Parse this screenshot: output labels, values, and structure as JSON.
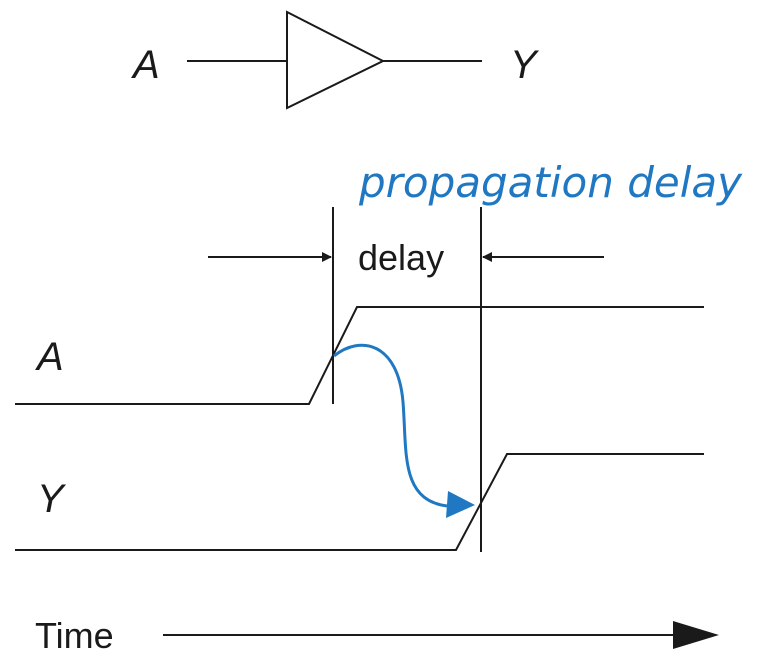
{
  "buffer": {
    "input_label": "A",
    "output_label": "Y"
  },
  "annotation": {
    "text": "propagation delay",
    "color": "#1f78c1"
  },
  "timing": {
    "delay_label": "delay",
    "signal_a_label": "A",
    "signal_y_label": "Y",
    "time_label": "Time"
  },
  "colors": {
    "line": "#1a1a1a",
    "arrow": "#1a1a1a",
    "annotation_arrow": "#1f78c1"
  }
}
